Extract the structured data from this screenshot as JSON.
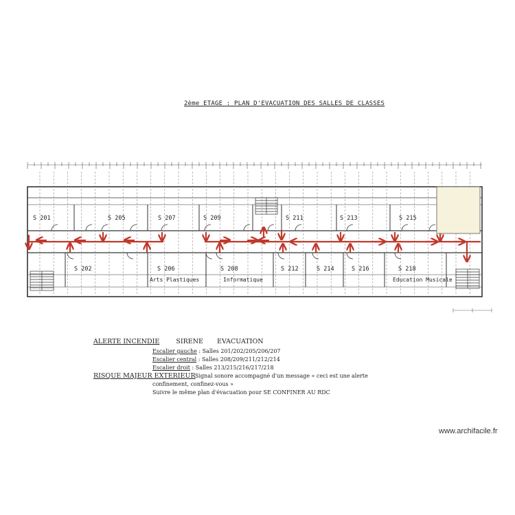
{
  "title": "2ème ETAGE : PLAN D'EVACUATION DES SALLES DE CLASSES",
  "rooms_top": [
    "S 201",
    "S 205",
    "S 207",
    "S 209",
    "S 211",
    "S 213",
    "S 215"
  ],
  "rooms_bottom": [
    "S 202",
    "S 206",
    "S 208",
    "S 212",
    "S 214",
    "S 216",
    "S 218"
  ],
  "subjects": [
    "Arts Plastiques",
    "Informatique",
    "Education Musicale"
  ],
  "legend": {
    "alerte": "ALERTE INCENDIE",
    "sirene": "SIRENE",
    "evacuation": "EVACUATION",
    "esc_gauche_label": "Escalier gauche",
    "esc_gauche_rooms": ": Salles 201/202/205/206/207",
    "esc_central_label": "Escalier central",
    "esc_central_rooms": ": Salles 208/209/211/212/214",
    "esc_droit_label": "Escalier droit",
    "esc_droit_rooms": ": Salles 213/215/216/217/218",
    "risque": "RISQUE MAJEUR EXTERIEUR",
    "signal_1": "Signal sonore accompagné d'un message « ceci est une alerte",
    "signal_2": "confinement, confinez-vous »",
    "signal_3": "Suivre le même plan d'évacuation pour SE CONFINER AU  RDC"
  },
  "watermark": "www.archifacile.fr",
  "colors": {
    "arrow": "#c0392b",
    "highlight": "#f7f2dc",
    "line": "#333333"
  }
}
